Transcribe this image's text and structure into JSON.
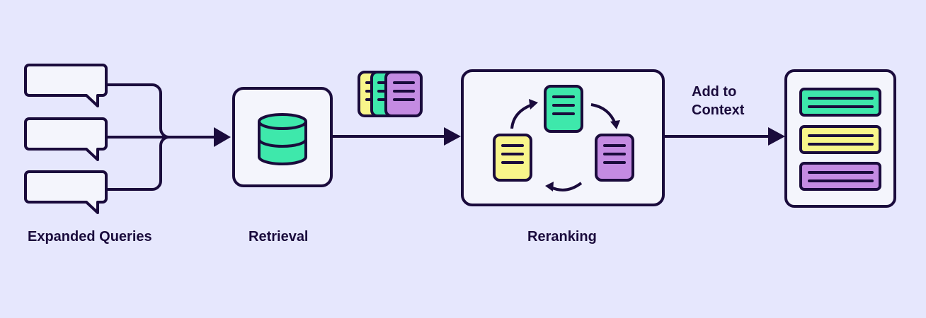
{
  "colors": {
    "background": "#e6e7fd",
    "stroke": "#1a0b3c",
    "box_fill": "#f4f5fc",
    "green": "#3ee8ab",
    "yellow": "#f8f58a",
    "purple": "#c48be2"
  },
  "stages": [
    {
      "id": "expanded-queries",
      "label": "Expanded Queries",
      "query_count": 3
    },
    {
      "id": "retrieval",
      "label": "Retrieval",
      "icon": "database-icon"
    },
    {
      "id": "reranking",
      "label": "Reranking",
      "icon": "cycle-documents-icon"
    },
    {
      "id": "context",
      "label": "",
      "icon": "context-list-icon"
    }
  ],
  "edges": [
    {
      "from": "expanded-queries",
      "to": "retrieval",
      "label": ""
    },
    {
      "from": "retrieval",
      "to": "reranking",
      "label": "",
      "payload": "document-stack-icon"
    },
    {
      "from": "reranking",
      "to": "context",
      "label": "Add to Context"
    }
  ],
  "labels": {
    "expanded_queries": "Expanded Queries",
    "retrieval": "Retrieval",
    "reranking": "Reranking",
    "add_to_line1": "Add to",
    "add_to_line2": "Context"
  },
  "retrieved_docs_colors": [
    "yellow",
    "green",
    "purple"
  ],
  "rerank_docs_colors": [
    "green",
    "purple",
    "yellow"
  ],
  "context_items_colors": [
    "green",
    "yellow",
    "purple"
  ]
}
